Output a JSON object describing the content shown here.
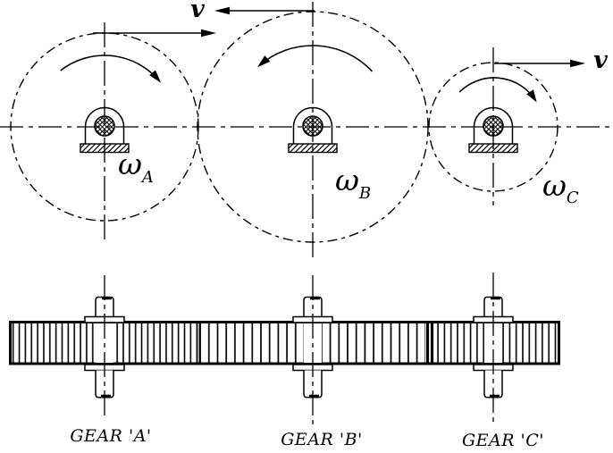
{
  "figure": {
    "kind": "gear train, plan view and side view",
    "ink_color": "#000000",
    "background_color": "#ffffff"
  },
  "gears": [
    {
      "id": "A",
      "omega_symbol": "ω",
      "omega_subscript": "A",
      "caption": "GEAR 'A'",
      "rotation": "clockwise",
      "top_tangent_velocity_direction": "right"
    },
    {
      "id": "B",
      "omega_symbol": "ω",
      "omega_subscript": "B",
      "caption": "GEAR 'B'",
      "rotation": "counterclockwise",
      "top_tangent_velocity_direction": "left",
      "velocity_label": "v"
    },
    {
      "id": "C",
      "omega_symbol": "ω",
      "omega_subscript": "C",
      "caption": "GEAR 'C'",
      "rotation": "clockwise",
      "top_tangent_velocity_direction": "right",
      "velocity_label": "v"
    }
  ]
}
